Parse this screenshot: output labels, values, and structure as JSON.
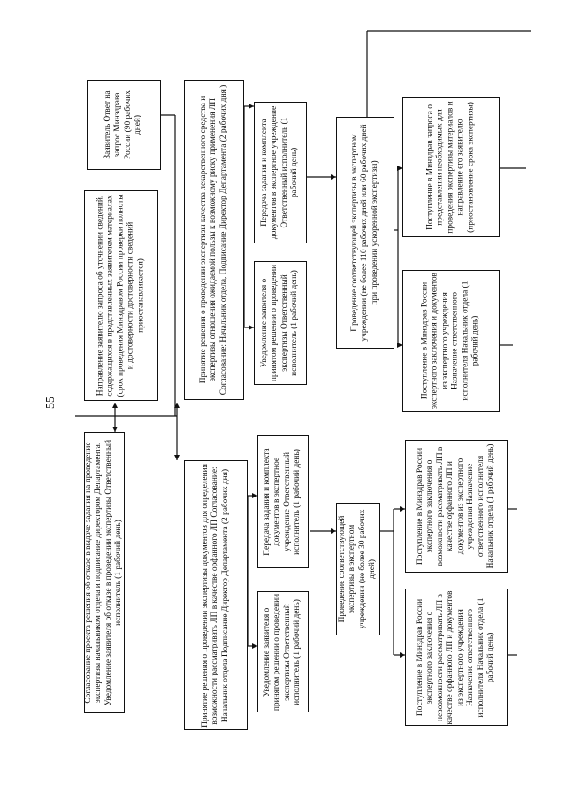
{
  "page_number": "55",
  "boxes": {
    "refusal_draft": "Согласование проекта решения об отказе в выдаче задания на проведение экспертизы начальником отдела и подписание директором Департамента. Уведомление заявителя об отказе в проведении экспертизы Ответственный исполнитель (1 рабочий день)",
    "clarification_request": "Направление заявителю запроса об уточнении сведений, содержащихся в представленных заявителем материалах (срок проведения Минздравом России проверки полноты и достоверности достоверности сведений приостанавливается)",
    "applicant_response": "Заявитель Ответ на запрос Минздрава России (90 рабочих дней)",
    "orphan_decision": "Принятие решения о проведении экспертизы документов для определения возможности рассматривать ЛП в качестве орфанного ЛП Согласование: Начальник отдела Подписание Директор Департамента (2 рабочих дня)",
    "quality_decision": "Принятие решения о проведении экспертизы качества лекарственного средства и экспертизы отношения ожидаемой пользы к возможному риску применения ЛП Согласование: Начальник отдела, Подписание Директор Департамента (2 рабочих дня )",
    "notify_left": "Уведомление заявителя о принятом решении о проведении экспертизы Ответственный исполнитель (1 рабочий день)",
    "transfer_left": "Передача задания и комплекта документов в экспертное учреждение Ответственный исполнитель (1 рабочий день)",
    "notify_right": "Уведомление заявителя о принятом решении о проведении экспертизы Ответственный исполнитель (1 рабочий день)",
    "transfer_right": "Передача задания и комплекта документов в экспертное учреждение Ответственный исполнитель (1 рабочий день)",
    "expertise_30": "Проведение соответствующей экспертизы в экспертном учреждении (не более 30 рабочих дней)",
    "expertise_110": "Проведение соответствующей экспертизы в экспертном учреждении (не более 110 рабочих дней или 60 рабочих дней при проведении ускоренной экспертизы)",
    "conclusion_impossible": "Поступление в Минздрав России экспертного заключения о невозможности рассматривать ЛП в качестве орфанного ЛП и документов из экспертного учреждения Назначение ответственного исполнителя Начальник отдела (1 рабочий день)",
    "conclusion_possible": "Поступление в Минздрав России экспертного заключения о возможности рассматривать ЛП в качестве орфанного ЛП и документов из экспертного учреждения Назначение ответственного исполнителя Начальник отдела (1 рабочий день)",
    "conclusion_expert": "Поступление в Минздрав России экспертного заключения и документов из экспертного учреждения Назначение ответственного исполнителя Начальник отдела (1 рабочий день)",
    "materials_request": "Поступление в Минздрав запроса о представлении необходимых для проведения экспертизы материалов и направление его заявителю (приостановление срока экспертизы)"
  }
}
